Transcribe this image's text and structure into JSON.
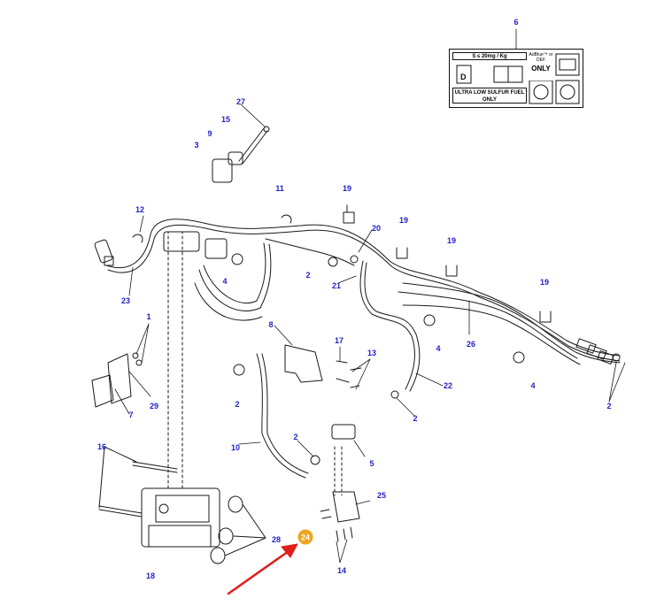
{
  "diagram": {
    "callouts": [
      "6",
      "27",
      "15",
      "9",
      "3",
      "11",
      "19",
      "12",
      "20",
      "19",
      "19",
      "2",
      "21",
      "4",
      "23",
      "19",
      "1",
      "8",
      "17",
      "13",
      "26",
      "4",
      "29",
      "2",
      "22",
      "7",
      "4",
      "2",
      "2",
      "16",
      "10",
      "2",
      "5",
      "25",
      "28",
      "14",
      "18"
    ],
    "highlight_callout": "24",
    "decal": {
      "sulfur_spec": "S ≤ 20mg / Kg",
      "fuel_text": "ULTRA LOW SULFUR FUEL ONLY",
      "adblue_text": "AdBlue™ or DEF",
      "only_text": "ONLY",
      "pump_letter": "D"
    },
    "colors": {
      "callout_text": "#2323c8",
      "highlight": "#f0a420",
      "arrow": "#e0201c",
      "line": "#1a1a1a"
    }
  }
}
